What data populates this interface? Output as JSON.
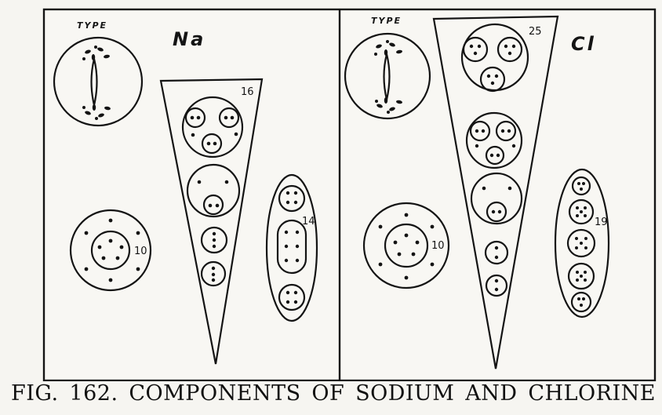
{
  "panels": [
    {
      "id": "na",
      "type_label": "TYPE",
      "element": "Na",
      "funnel_count": "16",
      "ring_count": "10",
      "ellipse_count": "14"
    },
    {
      "id": "cl",
      "type_label": "TYPE",
      "element": "Cl",
      "funnel_count": "25",
      "ring_count": "10",
      "ellipse_count": "19"
    }
  ],
  "caption": "FIG. 162. COMPONENTS OF SODIUM AND CHLORINE"
}
